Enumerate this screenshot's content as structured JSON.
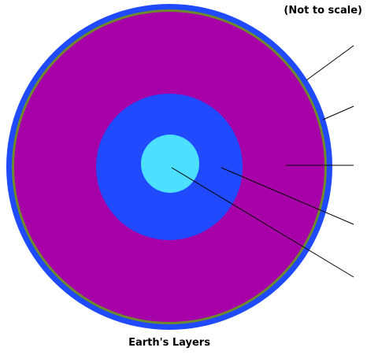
{
  "note": "(Not to scale)",
  "caption": "Earth's Layers",
  "layers": [
    {
      "name": "crust-layer",
      "color": "#1f4aff"
    },
    {
      "name": "boundary-layer",
      "color": "#6e8a2a"
    },
    {
      "name": "mantle-layer",
      "color": "#a800a8"
    },
    {
      "name": "outer-core-layer",
      "color": "#1f4aff"
    },
    {
      "name": "inner-core-layer",
      "color": "#4ddfff"
    }
  ],
  "leader_line_color": "#000000"
}
